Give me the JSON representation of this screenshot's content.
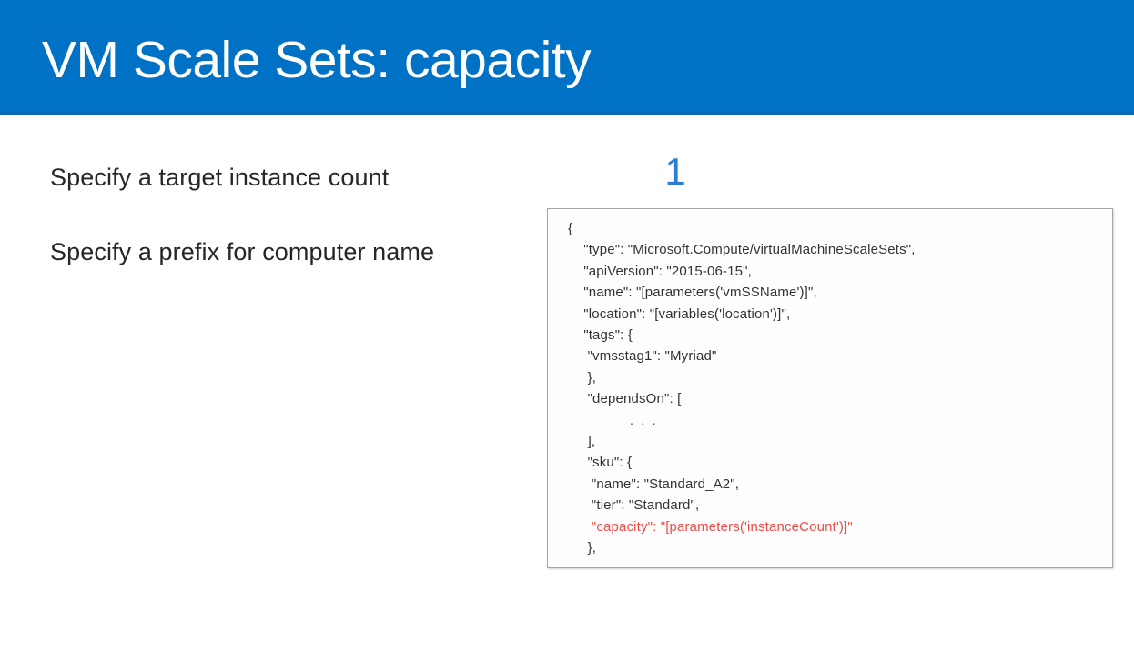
{
  "slide": {
    "title": "VM Scale Sets: capacity",
    "header_color": "#0072C6",
    "body_text_color": "#262626"
  },
  "bullets": [
    {
      "text": "Specify a target instance count"
    },
    {
      "text": "Specify a prefix for computer name"
    }
  ],
  "callout": {
    "step_number": "1",
    "color": "#2a7fd4"
  },
  "code_box": {
    "accent_color": "#ED4C43",
    "border_color": "#a6a6a6",
    "background": "#fffdff",
    "lines": [
      {
        "text": "{",
        "indent": 0,
        "accent": false
      },
      {
        "text": "\"type\": \"Microsoft.Compute/virtualMachineScaleSets\",",
        "indent": 1,
        "accent": false
      },
      {
        "text": "\"apiVersion\": \"2015-06-15\",",
        "indent": 1,
        "accent": false
      },
      {
        "text": "\"name\": \"[parameters('vmSSName')]\",",
        "indent": 1,
        "accent": false
      },
      {
        "text": "\"location\": \"[variables('location')]\",",
        "indent": 1,
        "accent": false
      },
      {
        "text": "\"tags\": {",
        "indent": 1,
        "accent": false
      },
      {
        "text": " \"vmsstag1\": \"Myriad\"",
        "indent": 1,
        "accent": false
      },
      {
        "text": " },",
        "indent": 1,
        "accent": false
      },
      {
        "text": " \"dependsOn\": [",
        "indent": 1,
        "accent": false
      },
      {
        "text": "       . . .",
        "indent": 1,
        "accent": false
      },
      {
        "text": " ],",
        "indent": 1,
        "accent": false
      },
      {
        "text": " \"sku\": {",
        "indent": 1,
        "accent": false
      },
      {
        "text": "  \"name\": \"Standard_A2\",",
        "indent": 1,
        "accent": false
      },
      {
        "text": "  \"tier\": \"Standard\",",
        "indent": 1,
        "accent": false
      },
      {
        "text": "  \"capacity\": \"[parameters('instanceCount')]\"",
        "indent": 1,
        "accent": true
      },
      {
        "text": " },",
        "indent": 1,
        "accent": false
      }
    ]
  }
}
